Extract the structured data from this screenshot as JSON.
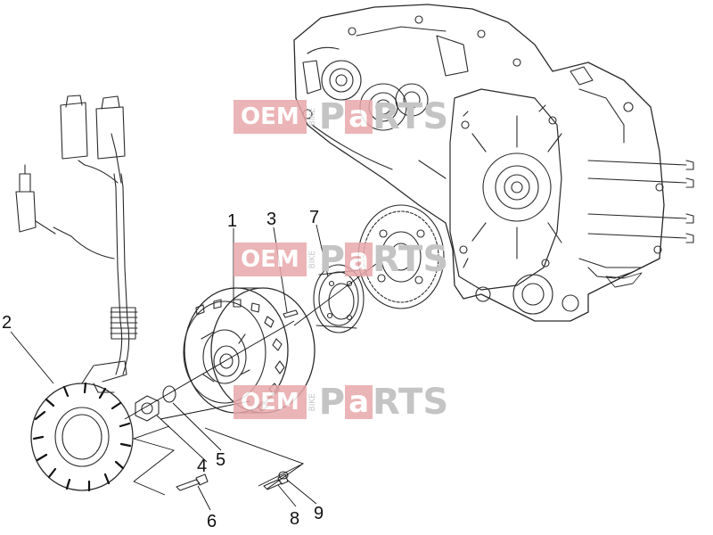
{
  "watermark": {
    "oem": "OEM",
    "bike": "BIKE",
    "p": "P",
    "a": "a",
    "rts": "RTS"
  },
  "callouts": [
    "1",
    "2",
    "3",
    "4",
    "5",
    "6",
    "7",
    "8",
    "9"
  ],
  "colors": {
    "line": "#2a2a2a",
    "leader": "#111111",
    "watermark_red": "#e8a8aa",
    "watermark_grey": "#c4c4c4"
  }
}
